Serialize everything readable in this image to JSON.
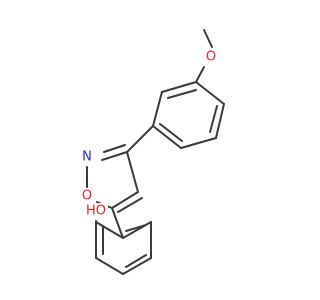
{
  "molecule": {
    "atoms": {
      "oxygen_methoxy": {
        "symbol": "O",
        "color": "#e8262a"
      },
      "nitrogen_ring": {
        "symbol": "N",
        "color": "#2c2cd8"
      },
      "oxygen_ring": {
        "symbol": "O",
        "color": "#e8262a"
      },
      "hydroxyl": {
        "symbol": "HO",
        "color": "#e8262a"
      }
    },
    "bond_color": "#3a3a3a"
  }
}
